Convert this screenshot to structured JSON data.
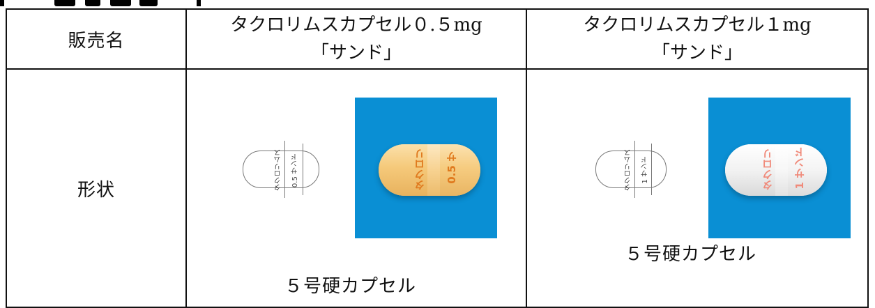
{
  "table": {
    "header_label": "販売名",
    "row_label": "形状",
    "products": [
      {
        "name_line1": "タクロリムスカプセル０.５mg",
        "name_line2": "「サンド」",
        "drawing_imprint_left": "タクロリムス",
        "drawing_imprint_right": "0.5 サンド",
        "photo_imprint_left": "タクロリ",
        "photo_imprint_right": "0.5 サ",
        "capsule_color": "#f5c97a",
        "imprint_color": "#e07a1e",
        "caption": "５号硬カプセル"
      },
      {
        "name_line1": "タクロリムスカプセル１mg",
        "name_line2": "「サンド」",
        "drawing_imprint_left": "タクロリムス",
        "drawing_imprint_right": "1 サンド",
        "photo_imprint_left": "タクロリ",
        "photo_imprint_right": "1 サンド",
        "capsule_color": "#f4f4f4",
        "imprint_color": "#f08a7a",
        "caption": "５号硬カプセル"
      }
    ]
  },
  "colors": {
    "photo_background": "#0a8fd4",
    "border": "#111111"
  }
}
